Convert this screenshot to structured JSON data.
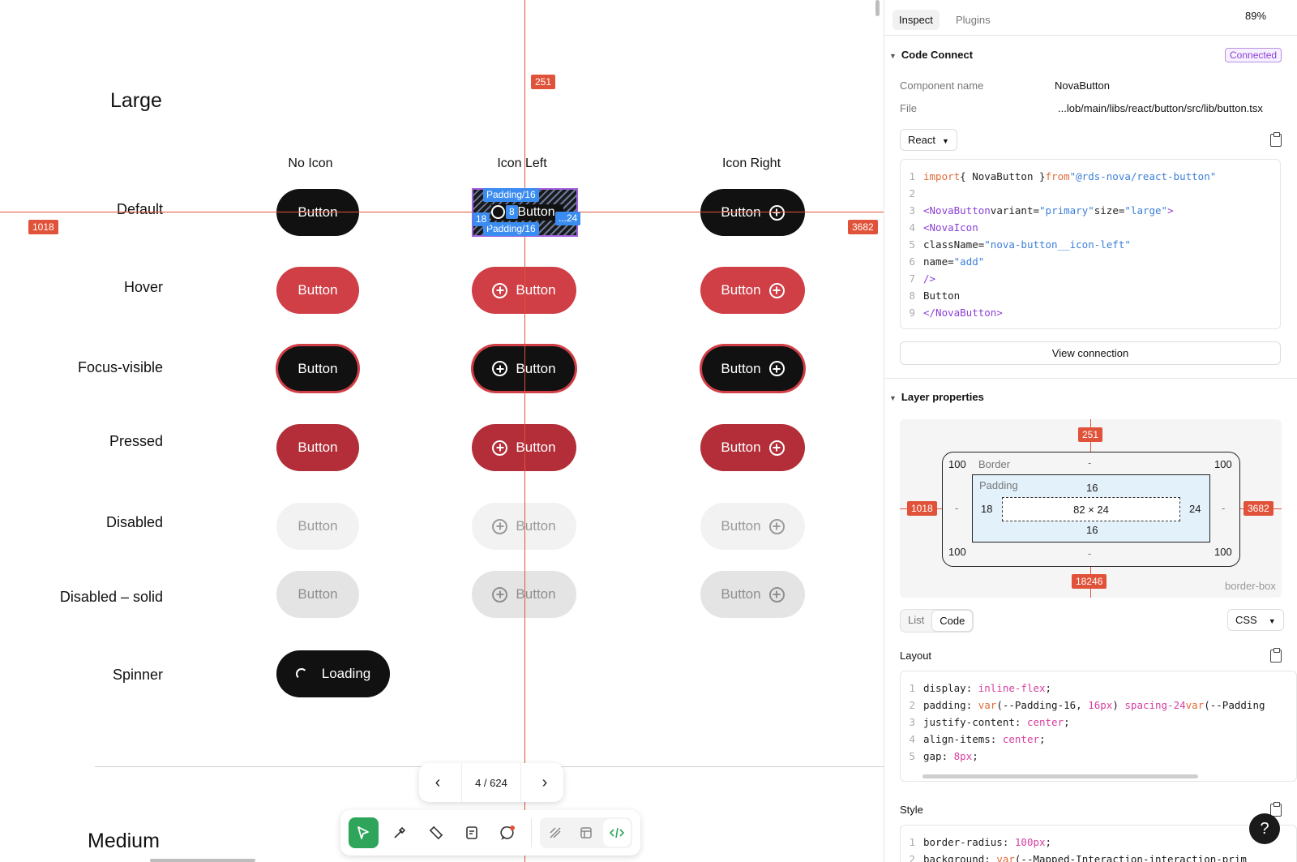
{
  "canvas": {
    "section_large": "Large",
    "section_medium": "Medium",
    "columns": [
      "No Icon",
      "Icon Left",
      "Icon Right"
    ],
    "rows": [
      "Default",
      "Hover",
      "Focus-visible",
      "Pressed",
      "Disabled",
      "Disabled – solid",
      "Spinner"
    ],
    "button_label": "Button",
    "loading_label": "Loading",
    "measure": {
      "top": "251",
      "left": "1018",
      "right": "3682"
    },
    "selection": {
      "padding_top": "Padding/16",
      "padding_bottom": "Padding/16",
      "left": "18",
      "gap": "8",
      "right": "...24",
      "button_text": "Button"
    },
    "pager": {
      "text": "4 / 624",
      "prev": "‹",
      "next": "›"
    },
    "toolbar": {
      "tools": [
        "move-tool",
        "eyedropper-tool",
        "measure-tool",
        "annotate-tool",
        "comment-tool",
        "annotations-toggle",
        "dev-resources-toggle",
        "code-toggle"
      ]
    }
  },
  "panel": {
    "tabs": [
      "Inspect",
      "Plugins"
    ],
    "zoom": "89%",
    "code_connect": {
      "title": "Code Connect",
      "status": "Connected",
      "component_label": "Component name",
      "component_value": "NovaButton",
      "file_label": "File",
      "file_value": "...lob/main/libs/react/button/src/lib/button.tsx",
      "framework": "React",
      "view_button": "View connection",
      "code_lines": [
        "import { NovaButton } from \"@rds-nova/react-button\"",
        "",
        "<NovaButton variant=\"primary\" size=\"large\">",
        "  <NovaIcon",
        "    className=\"nova-button__icon-left\"",
        "    name=\"add\"",
        "  />",
        "  Button",
        "</NovaButton>"
      ]
    },
    "layer": {
      "title": "Layer properties",
      "top": "251",
      "left": "1018",
      "right": "3682",
      "bottom": "18246",
      "border_label": "Border",
      "border_dash": "-",
      "radius": "100",
      "padding_label": "Padding",
      "pad_top": "16",
      "pad_bottom": "16",
      "pad_left": "18",
      "pad_right": "24",
      "size": "82 × 24",
      "dash": "-",
      "box_sizing": "border-box"
    },
    "view_toggle": [
      "List",
      "Code"
    ],
    "lang": "CSS",
    "layout": {
      "title": "Layout",
      "lines": [
        "display: inline-flex;",
        "padding: var(--Padding-16, 16px) spacing-24 var(--Padding",
        "justify-content: center;",
        "align-items: center;",
        "gap: 8px;"
      ]
    },
    "style": {
      "title": "Style",
      "lines": [
        "border-radius: 100px;",
        "background: var(--Mapped-Interaction-interaction-prim"
      ]
    },
    "help": "?"
  },
  "colors": {
    "accent_red": "#d03e46",
    "pressed_red": "#b32e38",
    "measure": "#e0533a",
    "selection_blue": "#3b8cf0",
    "connected_purple": "#8a3fd6"
  }
}
